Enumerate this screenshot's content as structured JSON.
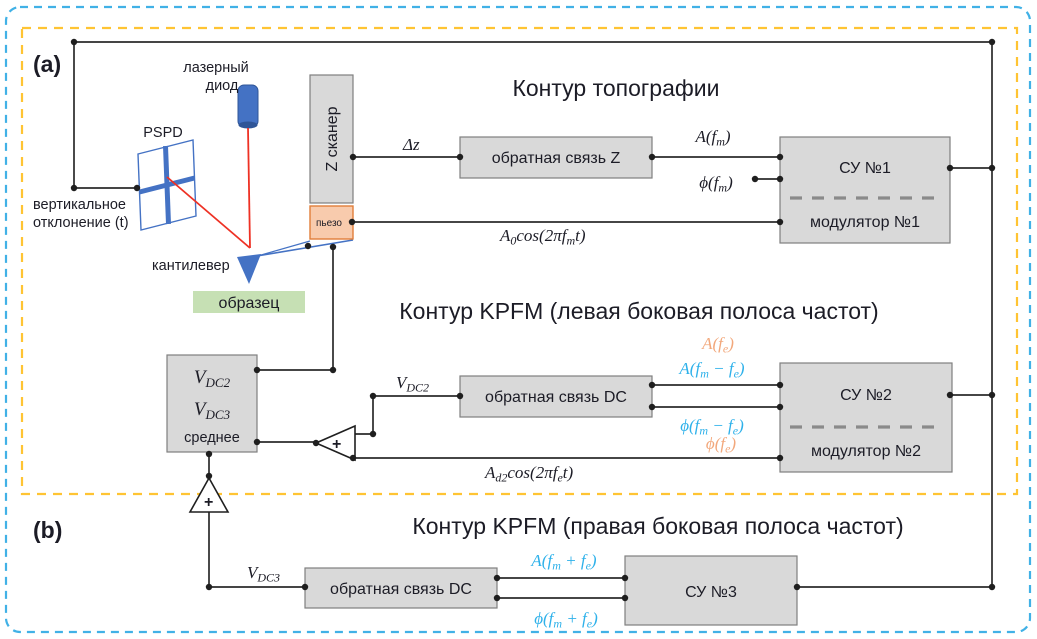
{
  "colors": {
    "ink": "#1c1c26",
    "line": "#2b2b2b",
    "block-fill": "#d9d9d9",
    "block-stroke": "#7f7f7f",
    "cyan": "#2eb1ea",
    "peach": "#f2a87c",
    "yellow-border": "#ffc433",
    "blue-border": "#41b1e6",
    "laser-red": "#ee3124",
    "afm-blue": "#4472c4",
    "afm-blue-dark": "#2f5597",
    "sample-green": "#c6e0b4",
    "piezo-fill": "#f8cbad",
    "piezo-stroke": "#e07e3a"
  },
  "panels": {
    "a": "(a)",
    "b": "(b)"
  },
  "titles": {
    "topography": "Контур топографии",
    "kpfm_left": "Контур KPFM (левая боковая полоса частот)",
    "kpfm_right": "Контур KPFM (правая боковая полоса частот)"
  },
  "afm": {
    "laser_line1": "лазерный",
    "laser_line2": "диод",
    "pspd": "PSPD",
    "deflection_line1": "вертикальное",
    "deflection_line2": "отклонение (t)",
    "cantilever": "кантилевер",
    "sample": "образец",
    "z_scanner": "Z сканер",
    "piezo": "пьезо"
  },
  "blocks": {
    "feedback_z": "обратная связь Z",
    "su1": "СУ №1",
    "mod1": "модулятор №1",
    "feedback_dc_left": "обратная связь DC",
    "su2": "СУ №2",
    "mod2": "модулятор №2",
    "feedback_dc_right": "обратная связь DC",
    "su3": "СУ №3",
    "avg_line3": "среднее"
  },
  "adders": {
    "plus": "+"
  },
  "signals": {
    "dz": {
      "p1": "Δz"
    },
    "afm": {
      "p1": "A(f",
      "p2": "m",
      "p3": ")"
    },
    "phifm": {
      "p1": "ϕ(f",
      "p2": "m",
      "p3": ")"
    },
    "a0cos": {
      "p1": "A",
      "p2": "0",
      "p3": "cos(2πf",
      "p4": "m",
      "p5": "t)"
    },
    "vdc2": {
      "p1": "V",
      "p2": "DC2"
    },
    "vdc3": {
      "p1": "V",
      "p2": "DC3"
    },
    "afe": {
      "p1": "A(f",
      "p2": "e",
      "p3": ")"
    },
    "afmminusfe": {
      "p1": "A(f",
      "p2": "m",
      "p3": " − f",
      "p4": "e",
      "p5": ")"
    },
    "phifmminusfe": {
      "p1": "ϕ(f",
      "p2": "m",
      "p3": " − f",
      "p4": "e",
      "p5": ")"
    },
    "phife": {
      "p1": "ϕ(f",
      "p2": "e",
      "p3": ")"
    },
    "ad2cos": {
      "p1": "A",
      "p2": "d2",
      "p3": "cos(2πf",
      "p4": "e",
      "p5": "t)"
    },
    "afmplusfe": {
      "p1": "A(f",
      "p2": "m",
      "p3": " + f",
      "p4": "e",
      "p5": ")"
    },
    "phifmplusfe": {
      "p1": "ϕ(f",
      "p2": "m",
      "p3": " + f",
      "p4": "e",
      "p5": ")"
    }
  }
}
